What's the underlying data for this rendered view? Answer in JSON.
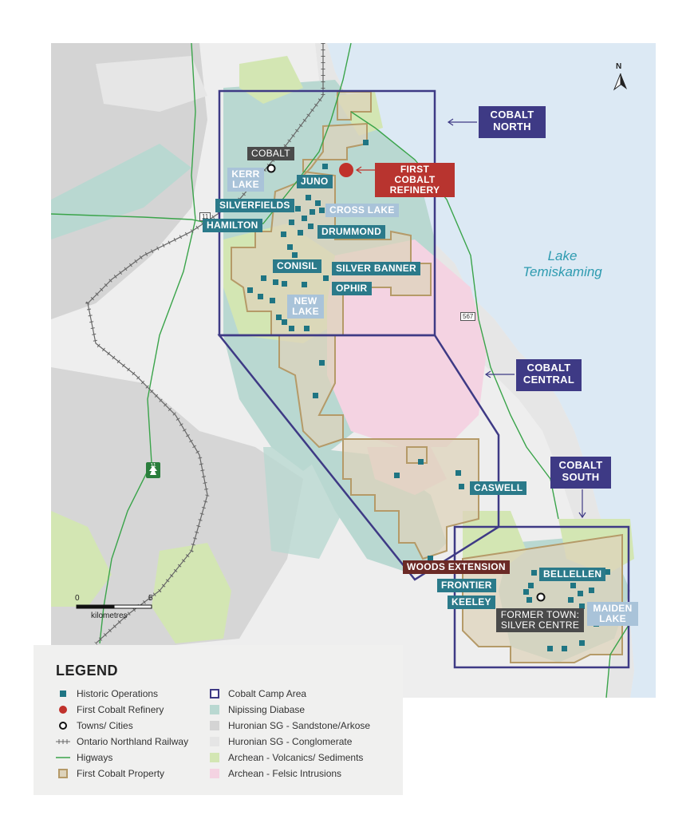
{
  "map": {
    "north_label": "N",
    "lake_label": "Lake\nTemiskaming",
    "highway_567": "567",
    "highway_11_a": "11",
    "highway_11_b": "11",
    "camp_areas": {
      "north": "COBALT\nNORTH",
      "central": "COBALT\nCENTRAL",
      "south": "COBALT\nSOUTH"
    },
    "towns": {
      "cobalt": "COBALT",
      "silver_centre": "FORMER TOWN:\nSILVER CENTRE"
    },
    "refinery": "FIRST COBALT\nREFINERY",
    "operations": {
      "kerr_lake": "KERR\nLAKE",
      "juno": "JUNO",
      "silverfields": "SILVERFIELDS",
      "cross_lake": "CROSS LAKE",
      "hamilton": "HAMILTON",
      "drummond": "DRUMMOND",
      "conisil": "CONISIL",
      "silver_banner": "SILVER BANNER",
      "ophir": "OPHIR",
      "new_lake": "NEW\nLAKE",
      "caswell": "CASWELL",
      "woods_extension": "WOODS EXTENSION",
      "frontier": "FRONTIER",
      "keeley": "KEELEY",
      "bellellen": "BELLELLEN",
      "maiden_lake": "MAIDEN\nLAKE"
    },
    "scale": {
      "zero": "0",
      "five": "5",
      "unit": "kilometres"
    },
    "colors": {
      "water": "#dce9f4",
      "base": "#eeeeee",
      "diabase": "#b9d8d1",
      "sandstone": "#d4d4d4",
      "conglomerate": "#e5e5e5",
      "archean_volcanics": "#d3e6b3",
      "felsic": "#f4d3e2",
      "property_fill": "#ddd3bb",
      "property_stroke": "#b59a68",
      "camp_box": "#3e3a85",
      "operation": "#1f7583",
      "refinery": "#c0312b",
      "highway": "#3aa44a"
    }
  },
  "legend": {
    "title": "LEGEND",
    "left": [
      {
        "icon": "historic-operation-square",
        "label": "Historic Operations"
      },
      {
        "icon": "refinery-circle",
        "label": "First Cobalt Refinery"
      },
      {
        "icon": "town-ring",
        "label": "Towns/ Cities"
      },
      {
        "icon": "railway-line",
        "label": "Ontario Northland Railway"
      },
      {
        "icon": "highway-line",
        "label": "Higways"
      },
      {
        "icon": "property-square",
        "label": "First Cobalt Property"
      }
    ],
    "right": [
      {
        "icon": "camp-area-square",
        "label": "Cobalt Camp Area"
      },
      {
        "icon": "diabase-swatch",
        "label": "Nipissing Diabase"
      },
      {
        "icon": "sandstone-swatch",
        "label": "Huronian SG - Sandstone/Arkose"
      },
      {
        "icon": "conglomerate-swatch",
        "label": "Huronian SG - Conglomerate"
      },
      {
        "icon": "volcanics-swatch",
        "label": "Archean - Volcanics/ Sediments"
      },
      {
        "icon": "felsic-swatch",
        "label": "Archean - Felsic Intrusions"
      }
    ]
  }
}
